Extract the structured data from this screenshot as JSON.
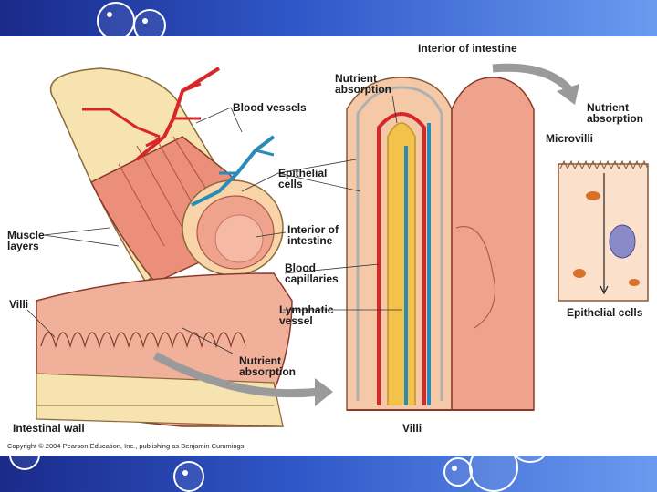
{
  "labels": {
    "interior_of_intestine_top": "Interior of intestine",
    "nutrient_absorption_villus": "Nutrient absorption",
    "blood_vessels": "Blood vessels",
    "epithelial_cells_left": "Epithelial cells",
    "muscle_layers": "Muscle layers",
    "interior_of_intestine_mid": "Interior of intestine",
    "blood_capillaries": "Blood capillaries",
    "villi_left": "Villi",
    "lymphatic_vessel": "Lymphatic vessel",
    "nutrient_absorption_wall": "Nutrient absorption",
    "intestinal_wall": "Intestinal wall",
    "villi_bottom": "Villi",
    "nutrient_absorption_cell": "Nutrient absorption",
    "microvilli": "Microvilli",
    "epithelial_cells_right": "Epithelial cells"
  },
  "copyright": "Copyright © 2004 Pearson Education, Inc., publishing as Benjamin Cummings.",
  "colors": {
    "band_dark": "#1a2a8a",
    "band_light": "#6a9bf0",
    "artery": "#d8262a",
    "vein": "#2a8ab8",
    "lymph": "#f2c24a",
    "tissue": "#f0a38c"
  }
}
